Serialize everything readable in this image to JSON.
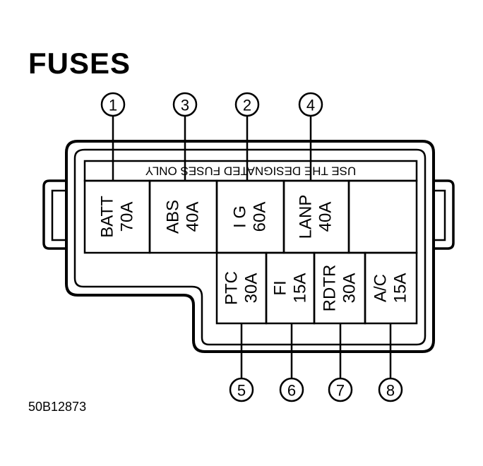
{
  "title": "FUSES",
  "figure_ref": "50B12873",
  "warning": "USE THE DESIGNATED FUSES ONLY",
  "fuses": [
    {
      "num": "1",
      "name": "BATT",
      "amp": "70A"
    },
    {
      "num": "3",
      "name": "ABS",
      "amp": "40A"
    },
    {
      "num": "2",
      "name": "I G",
      "amp": "60A"
    },
    {
      "num": "4",
      "name": "LANP",
      "amp": "40A"
    },
    {
      "num": "5",
      "name": "PTC",
      "amp": "30A"
    },
    {
      "num": "6",
      "name": "FI",
      "amp": "15A"
    },
    {
      "num": "7",
      "name": "RDTR",
      "amp": "30A"
    },
    {
      "num": "8",
      "name": "A/C",
      "amp": "15A"
    }
  ]
}
